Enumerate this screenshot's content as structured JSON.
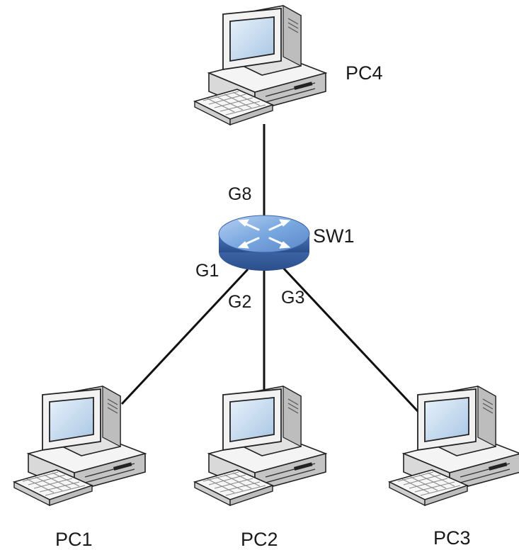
{
  "switch": {
    "name": "SW1",
    "icon": "network-switch-icon"
  },
  "computers": [
    {
      "id": "pc4",
      "label": "PC4",
      "icon": "desktop-computer-icon"
    },
    {
      "id": "pc1",
      "label": "PC1",
      "icon": "desktop-computer-icon"
    },
    {
      "id": "pc2",
      "label": "PC2",
      "icon": "desktop-computer-icon"
    },
    {
      "id": "pc3",
      "label": "PC3",
      "icon": "desktop-computer-icon"
    }
  ],
  "links": [
    {
      "from": "SW1",
      "to": "PC4",
      "port": "G8"
    },
    {
      "from": "SW1",
      "to": "PC1",
      "port": "G1"
    },
    {
      "from": "SW1",
      "to": "PC2",
      "port": "G2"
    },
    {
      "from": "SW1",
      "to": "PC3",
      "port": "G3"
    }
  ],
  "colors": {
    "switch_top": "#7aa8e0",
    "switch_side": "#3a64a8",
    "monitor_body": "#efefef",
    "screen": "#c9ddf0",
    "line": "#111111"
  }
}
